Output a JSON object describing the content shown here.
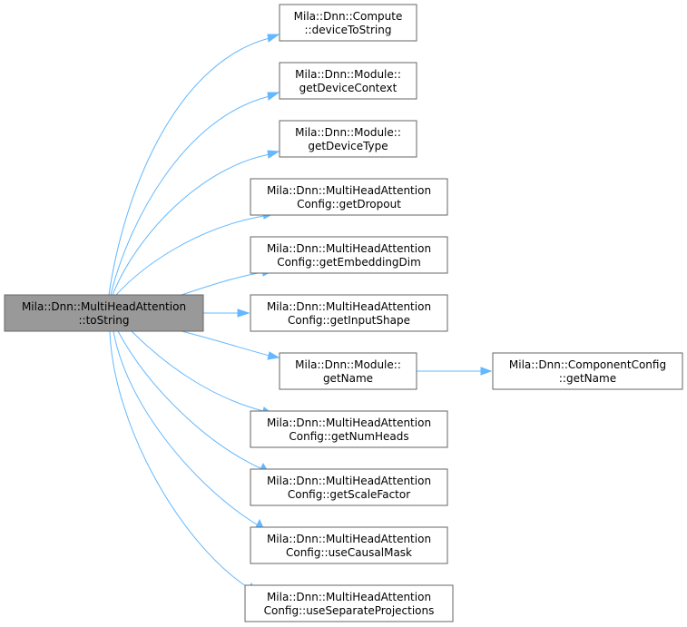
{
  "nodes": [
    {
      "id": "root",
      "lines": [
        "Mila::Dnn::MultiHeadAttention",
        "::toString"
      ],
      "highlight": true
    },
    {
      "id": "n1",
      "lines": [
        "Mila::Dnn::Compute",
        "::deviceToString"
      ]
    },
    {
      "id": "n2",
      "lines": [
        "Mila::Dnn::Module::",
        "getDeviceContext"
      ]
    },
    {
      "id": "n3",
      "lines": [
        "Mila::Dnn::Module::",
        "getDeviceType"
      ]
    },
    {
      "id": "n4",
      "lines": [
        "Mila::Dnn::MultiHeadAttention",
        "Config::getDropout"
      ]
    },
    {
      "id": "n5",
      "lines": [
        "Mila::Dnn::MultiHeadAttention",
        "Config::getEmbeddingDim"
      ]
    },
    {
      "id": "n6",
      "lines": [
        "Mila::Dnn::MultiHeadAttention",
        "Config::getInputShape"
      ]
    },
    {
      "id": "n7",
      "lines": [
        "Mila::Dnn::Module::",
        "getName"
      ]
    },
    {
      "id": "n8",
      "lines": [
        "Mila::Dnn::ComponentConfig",
        "::getName"
      ]
    },
    {
      "id": "n9",
      "lines": [
        "Mila::Dnn::MultiHeadAttention",
        "Config::getNumHeads"
      ]
    },
    {
      "id": "n10",
      "lines": [
        "Mila::Dnn::MultiHeadAttention",
        "Config::getScaleFactor"
      ]
    },
    {
      "id": "n11",
      "lines": [
        "Mila::Dnn::MultiHeadAttention",
        "Config::useCausalMask"
      ]
    },
    {
      "id": "n12",
      "lines": [
        "Mila::Dnn::MultiHeadAttention",
        "Config::useSeparateProjections"
      ]
    }
  ],
  "edges": [
    {
      "from": "root",
      "to": "n1"
    },
    {
      "from": "root",
      "to": "n2"
    },
    {
      "from": "root",
      "to": "n3"
    },
    {
      "from": "root",
      "to": "n4"
    },
    {
      "from": "root",
      "to": "n5"
    },
    {
      "from": "root",
      "to": "n6"
    },
    {
      "from": "root",
      "to": "n7"
    },
    {
      "from": "n7",
      "to": "n8"
    },
    {
      "from": "root",
      "to": "n9"
    },
    {
      "from": "root",
      "to": "n10"
    },
    {
      "from": "root",
      "to": "n11"
    },
    {
      "from": "root",
      "to": "n12"
    }
  ],
  "colors": {
    "edge": "#63b8ff",
    "root_fill": "#999999",
    "node_stroke": "#666666"
  }
}
